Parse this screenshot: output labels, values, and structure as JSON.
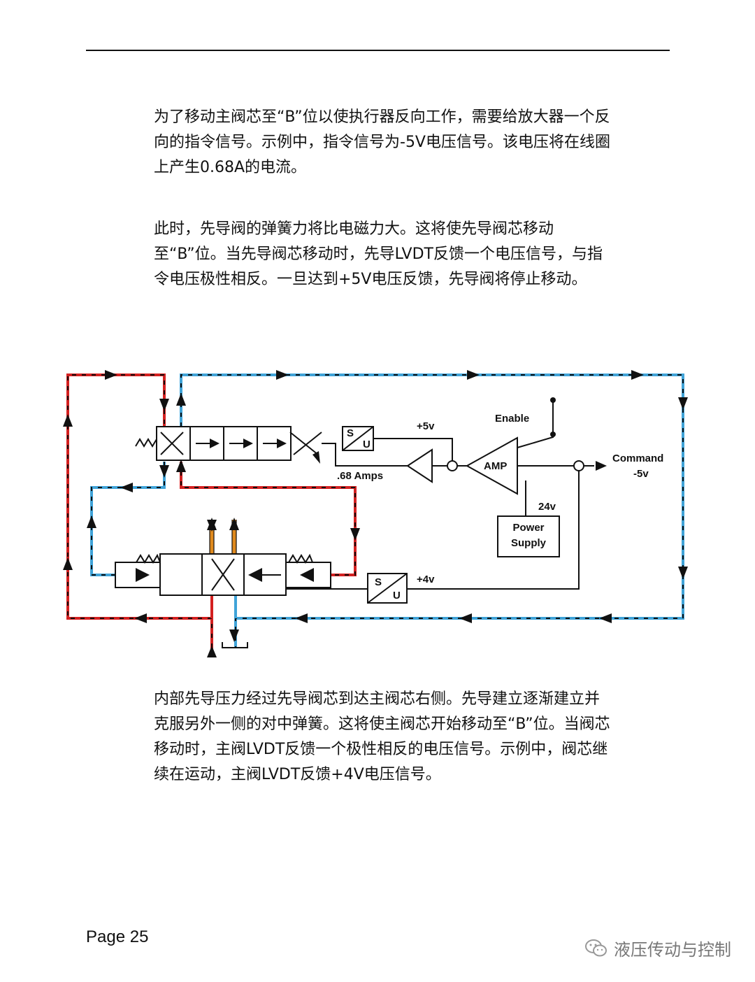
{
  "paragraph1": {
    "lines": [
      "为了移动主阀芯至“B”位以使执行器反向工作，需要给放大器一个反",
      "向的指令信号。示例中，指令信号为-5V电压信号。该电压将在线圈",
      "上产生0.68A的电流。"
    ]
  },
  "paragraph2": {
    "lines": [
      "此时，先导阀的弹簧力将比电磁力大。这将使先导阀芯移动",
      "至“B”位。当先导阀芯移动时，先导LVDT反馈一个电压信号，与指",
      "令电压极性相反。一旦达到+5V电压反馈，先导阀将停止移动。"
    ]
  },
  "diagram": {
    "labels": {
      "enable": "Enable",
      "pilot_feedback": "+5v",
      "coil_current": ".68 Amps",
      "amp": "AMP",
      "command": "Command",
      "command_value": "-5v",
      "supply_voltage": "24v",
      "power": "Power",
      "supply": "Supply",
      "main_feedback": "+4v",
      "su_s": "S",
      "su_u": "U"
    },
    "colors": {
      "pressure": "#d42020",
      "tank": "#3fa3d8",
      "actuator_a": "#e08a1e",
      "actuator_b": "#e08a1e",
      "line": "#111111"
    }
  },
  "paragraph3": {
    "lines": [
      "内部先导压力经过先导阀芯到达主阀芯右侧。先导建立逐渐建立并",
      "克服另外一侧的对中弹簧。这将使主阀芯开始移动至“B”位。当阀芯",
      "移动时，主阀LVDT反馈一个极性相反的电压信号。示例中，阀芯继",
      "续在运动，主阀LVDT反馈+4V电压信号。"
    ]
  },
  "footer": {
    "page_label": "Page 25",
    "watermark": "液压传动与控制",
    "watermark_icon": "wechat-icon"
  }
}
